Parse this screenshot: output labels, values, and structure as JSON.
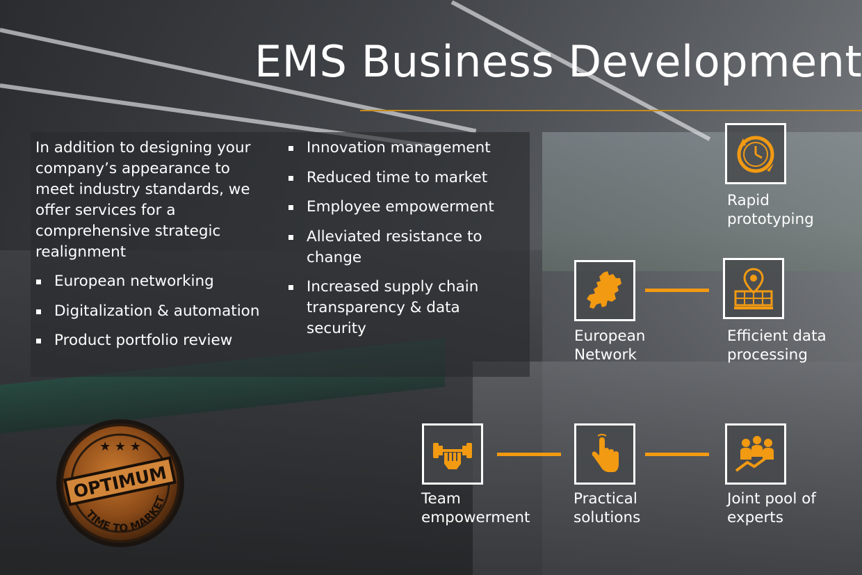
{
  "title": "EMS Business Development",
  "intro": "In addition to designing your company’s appearance to meet industry standards, we offer services for a comprehensive strategic realignment",
  "bullets_left": [
    "European networking",
    "Digitalization & automation",
    "Product portfolio review"
  ],
  "bullets_right": [
    "Innovation management",
    "Reduced time to market",
    "Employee empowerment",
    "Alleviated resistance to change",
    "Increased supply chain transparency & data security"
  ],
  "features": {
    "rapid_prototyping": {
      "line1": "Rapid",
      "line2": "prototyping",
      "icon": "clock-icon"
    },
    "european_network": {
      "line1": "European",
      "line2": "Network",
      "icon": "europe-map-icon"
    },
    "efficient_data": {
      "line1": "Efficient data",
      "line2": "processing",
      "icon": "map-pin-grid-icon"
    },
    "team_empowerment": {
      "line1": "Team",
      "line2": "empowerment",
      "icon": "fist-dumbbell-icon"
    },
    "practical_solutions": {
      "line1": "Practical",
      "line2": "solutions",
      "icon": "pointing-hand-icon"
    },
    "joint_pool": {
      "line1": "Joint pool of",
      "line2": "experts",
      "icon": "team-growth-icon"
    }
  },
  "badge": {
    "top_text": "OPTIMUM",
    "bottom_text": "TIME TO MARKET",
    "stars": "★ ★ ★"
  },
  "colors": {
    "accent": "#f29a12",
    "rule": "#c98a1c",
    "icon_box_bg": "#46484b",
    "text": "#ffffff"
  }
}
